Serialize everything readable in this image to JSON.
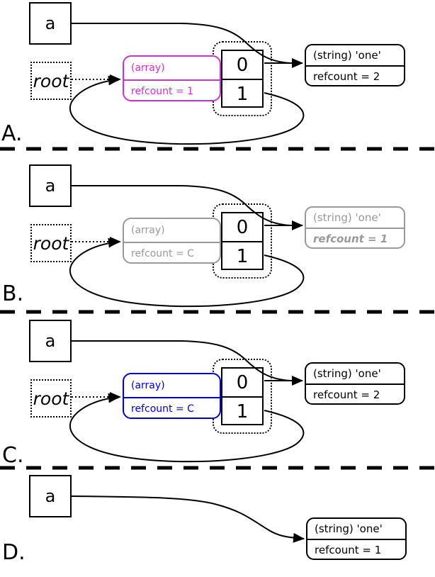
{
  "colors": {
    "array_highlight_a": "#cc33cc",
    "array_highlight_b": "#999999",
    "array_highlight_c": "#0000cc",
    "muted_gray": "#999999",
    "line_black": "#000000"
  },
  "panels": [
    {
      "label": "A.",
      "var_name": "a",
      "root_label": "root",
      "array_type": "(array)",
      "array_refcount": "refcount = 1",
      "cell0": "0",
      "cell1": "1",
      "string_type": "(string) 'one'",
      "string_refcount": "refcount = 2"
    },
    {
      "label": "B.",
      "var_name": "a",
      "root_label": "root",
      "array_type": "(array)",
      "array_refcount": "refcount = C",
      "cell0": "0",
      "cell1": "1",
      "string_type": "(string) 'one'",
      "string_refcount": "refcount = 1"
    },
    {
      "label": "C.",
      "var_name": "a",
      "root_label": "root",
      "array_type": "(array)",
      "array_refcount": "refcount = C",
      "cell0": "0",
      "cell1": "1",
      "string_type": "(string) 'one'",
      "string_refcount": "refcount = 2"
    },
    {
      "label": "D.",
      "var_name": "a",
      "string_type": "(string) 'one'",
      "string_refcount": "refcount = 1"
    }
  ]
}
